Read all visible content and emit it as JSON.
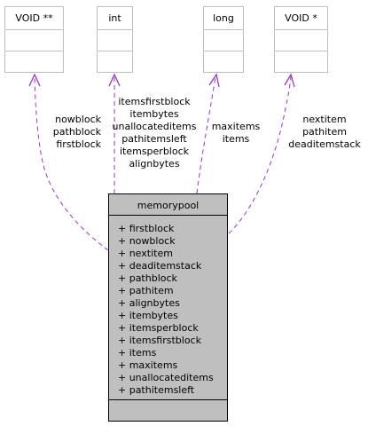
{
  "classes": {
    "void_pp": {
      "name": "VOID **"
    },
    "int": {
      "name": "int"
    },
    "long": {
      "name": "long"
    },
    "void_p": {
      "name": "VOID *"
    },
    "memorypool": {
      "name": "memorypool",
      "attributes": [
        "+ firstblock",
        "+ nowblock",
        "+ nextitem",
        "+ deaditemstack",
        "+ pathblock",
        "+ pathitem",
        "+ alignbytes",
        "+ itembytes",
        "+ itemsperblock",
        "+ itemsfirstblock",
        "+ items",
        "+ maxitems",
        "+ unallocateditems",
        "+ pathitemsleft"
      ]
    }
  },
  "edges": {
    "void_pp": [
      "nowblock",
      "pathblock",
      "firstblock"
    ],
    "int": [
      "itemsfirstblock",
      "itembytes",
      "unallocateditems",
      "pathitemsleft",
      "itemsperblock",
      "alignbytes"
    ],
    "long": [
      "maxitems",
      "items"
    ],
    "void_p": [
      "nextitem",
      "pathitem",
      "deaditemstack"
    ]
  },
  "colors": {
    "edge": "#9a32cd",
    "box_border": "#bfbfbf",
    "main_fill": "#bfbfbf",
    "main_border": "#000000"
  }
}
